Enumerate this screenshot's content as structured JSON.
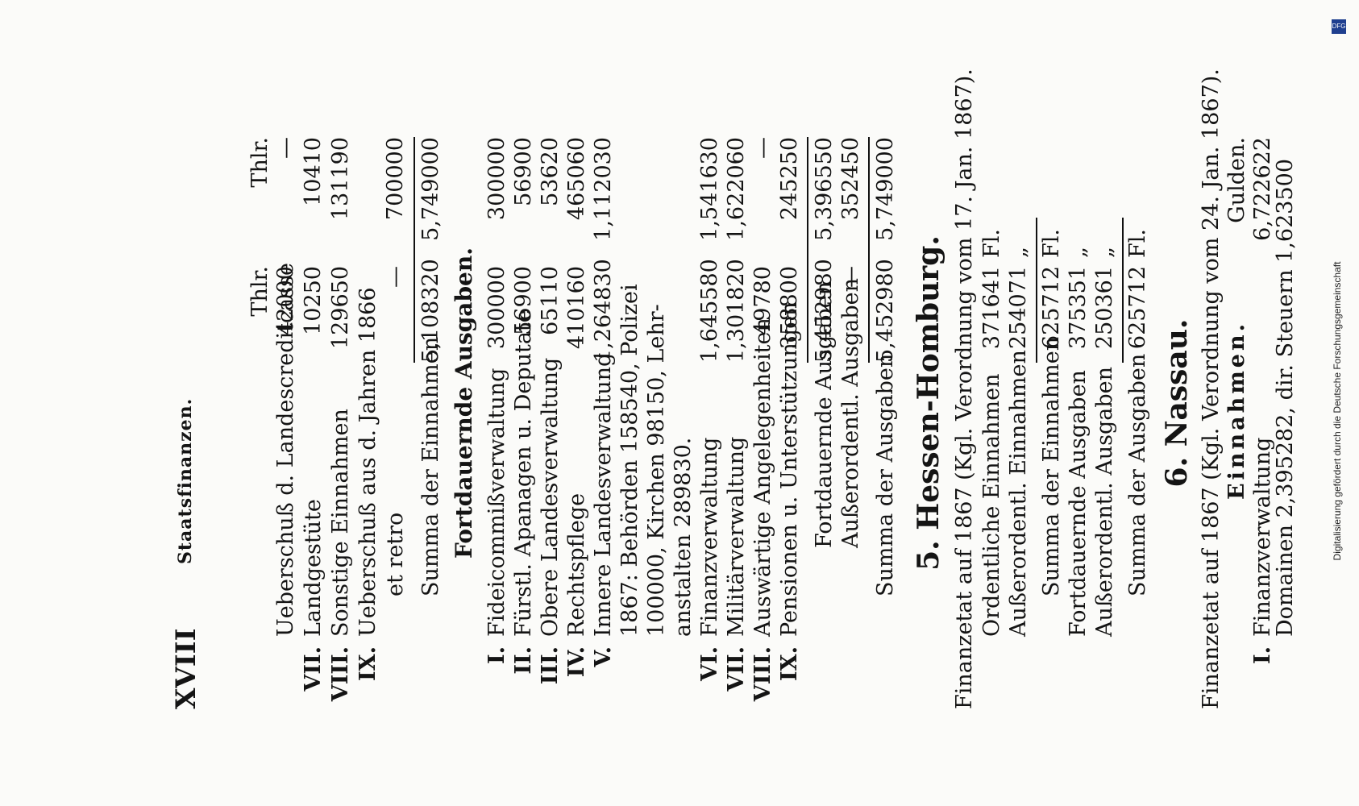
{
  "page": {
    "page_number": "XVIII",
    "running_title": "Staatsfinanzen."
  },
  "section1_rows": [
    {
      "num": "",
      "label": "Ueberschuß d. Landescreditcasse",
      "c1": "42000",
      "c2": "—"
    },
    {
      "num": "VII.",
      "label": "Landgestüte",
      "c1": "10250",
      "c2": "10410"
    },
    {
      "num": "VIII.",
      "label": "Sonstige Einnahmen",
      "c1": "129650",
      "c2": "131190"
    },
    {
      "num": "IX.",
      "label": "Ueberschuß aus d. Jahren 1866",
      "c1": "",
      "c2": ""
    },
    {
      "num": "",
      "label": "et retro",
      "c1": "—",
      "c2": "700000"
    }
  ],
  "sum_income": {
    "label": "Summa der Einnahmen",
    "c1": "5,108320",
    "c2": "5,749000"
  },
  "col_units": {
    "c1": "Thlr.",
    "c2": "Thlr."
  },
  "ausgaben_heading": "Fortdauernde Ausgaben.",
  "ausgaben_rows": [
    {
      "num": "I.",
      "label": "Fideicommißverwaltung",
      "c1": "300000",
      "c2": "300000"
    },
    {
      "num": "II.",
      "label": "Fürstl. Apanagen u. Deputate",
      "c1": "56900",
      "c2": "56900"
    },
    {
      "num": "III.",
      "label": "Obere Landesverwaltung",
      "c1": "65110",
      "c2": "53620"
    },
    {
      "num": "IV.",
      "label": "Rechtspflege",
      "c1": "410160",
      "c2": "465060"
    },
    {
      "num": "V.",
      "label": "Innere Landesverwaltung",
      "c1": "1,264830",
      "c2": "1,112030"
    },
    {
      "num": "",
      "label": "1867: Behörden 158540, Polizei",
      "c1": "",
      "c2": ""
    },
    {
      "num": "",
      "label": "100000, Kirchen 98150, Lehr-",
      "c1": "",
      "c2": ""
    },
    {
      "num": "",
      "label": "anstalten 289830.",
      "c1": "",
      "c2": ""
    },
    {
      "num": "VI.",
      "label": "Finanzverwaltung",
      "c1": "1,645580",
      "c2": "1,541630"
    },
    {
      "num": "VII.",
      "label": "Militärverwaltung",
      "c1": "1,301820",
      "c2": "1,622060"
    },
    {
      "num": "VIII.",
      "label": "Auswärtige Angelegenheiten",
      "c1": "49780",
      "c2": "—"
    },
    {
      "num": "IX.",
      "label": "Pensionen u. Unterstützungen",
      "c1": "358800",
      "c2": "245250"
    }
  ],
  "ausgaben_totals": [
    {
      "label": "Fortdauernde Ausgaben",
      "c1": "5,452980",
      "c2": "5,396550"
    },
    {
      "label": "Außerordentl. Ausgaben",
      "c1": "—",
      "c2": "352450"
    },
    {
      "label": "Summa der Ausgaben",
      "c1": "5,452980",
      "c2": "5,749000"
    }
  ],
  "hessen": {
    "heading": "5. Hessen-Homburg.",
    "intro": "Finanzetat auf 1867 (Kgl. Verordnung vom 17. Jan. 1867).",
    "rows": [
      {
        "label": "Ordentliche Einnahmen",
        "value": "371641",
        "unit": "Fl."
      },
      {
        "label": "Außerordentl. Einnahmen",
        "value": "254071",
        "unit": "„"
      },
      {
        "label": "Summa der Einnahmen",
        "value": "625712",
        "unit": "Fl."
      },
      {
        "label": "Fortdauernde Ausgaben",
        "value": "375351",
        "unit": "„"
      },
      {
        "label": "Außerordentl. Ausgaben",
        "value": "250361",
        "unit": "„"
      },
      {
        "label": "Summa der Ausgaben",
        "value": "625712",
        "unit": "Fl."
      }
    ]
  },
  "nassau": {
    "heading": "6. Nassau.",
    "intro": "Finanzetat auf 1867 (Kgl. Verordnung vom 24. Jan. 1867).",
    "subheading": "Einnahmen.",
    "unit": "Gulden.",
    "row1_num": "I.",
    "row1_label": "Finanzverwaltung",
    "row1_value": "6,722622",
    "row2_label": "Domainen 2,395282, dir. Steuern 1,623500"
  },
  "sidebar_credit": "Digitalisierung gefördert durch die Deutsche Forschungsgemeinschaft",
  "sidebar_logo": "DFG"
}
